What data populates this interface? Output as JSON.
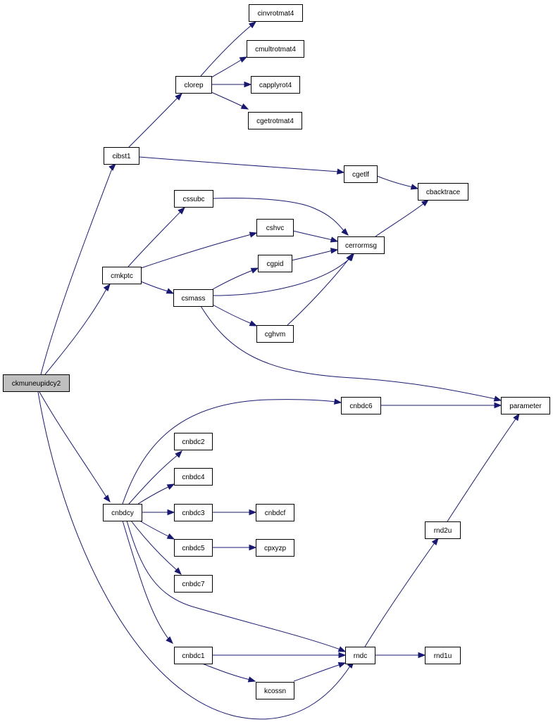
{
  "graph": {
    "highlight_color": "#bfbfbf",
    "node_color": "#ffffff",
    "edge_color": "#191970",
    "nodes": [
      {
        "id": "ckmuneupidcy2",
        "label": "ckmuneupidcy2"
      },
      {
        "id": "cibst1",
        "label": "cibst1"
      },
      {
        "id": "clorep",
        "label": "clorep"
      },
      {
        "id": "cinvrotmat4",
        "label": "cinvrotmat4"
      },
      {
        "id": "cmultrotmat4",
        "label": "cmultrotmat4"
      },
      {
        "id": "capplyrot4",
        "label": "capplyrot4"
      },
      {
        "id": "cgetrotmat4",
        "label": "cgetrotmat4"
      },
      {
        "id": "cgetlf",
        "label": "cgetlf"
      },
      {
        "id": "cbacktrace",
        "label": "cbacktrace"
      },
      {
        "id": "cssubc",
        "label": "cssubc"
      },
      {
        "id": "cshvc",
        "label": "cshvc"
      },
      {
        "id": "cerrormsg",
        "label": "cerrormsg"
      },
      {
        "id": "cgpid",
        "label": "cgpid"
      },
      {
        "id": "cmkptc",
        "label": "cmkptc"
      },
      {
        "id": "csmass",
        "label": "csmass"
      },
      {
        "id": "cghvm",
        "label": "cghvm"
      },
      {
        "id": "cnbdc6",
        "label": "cnbdc6"
      },
      {
        "id": "parameter",
        "label": "parameter"
      },
      {
        "id": "cnbdc2",
        "label": "cnbdc2"
      },
      {
        "id": "cnbdc4",
        "label": "cnbdc4"
      },
      {
        "id": "cnbdcy",
        "label": "cnbdcy"
      },
      {
        "id": "cnbdc3",
        "label": "cnbdc3"
      },
      {
        "id": "cnbdcf",
        "label": "cnbdcf"
      },
      {
        "id": "rnd2u",
        "label": "rnd2u"
      },
      {
        "id": "cnbdc5",
        "label": "cnbdc5"
      },
      {
        "id": "cpxyzp",
        "label": "cpxyzp"
      },
      {
        "id": "cnbdc7",
        "label": "cnbdc7"
      },
      {
        "id": "cnbdc1",
        "label": "cnbdc1"
      },
      {
        "id": "rndc",
        "label": "rndc"
      },
      {
        "id": "rnd1u",
        "label": "rnd1u"
      },
      {
        "id": "kcossn",
        "label": "kcossn"
      }
    ],
    "edges": [
      {
        "from": "ckmuneupidcy2",
        "to": "cibst1"
      },
      {
        "from": "ckmuneupidcy2",
        "to": "cmkptc"
      },
      {
        "from": "ckmuneupidcy2",
        "to": "cnbdcy"
      },
      {
        "from": "ckmuneupidcy2",
        "to": "rndc"
      },
      {
        "from": "cibst1",
        "to": "clorep"
      },
      {
        "from": "cibst1",
        "to": "cgetlf"
      },
      {
        "from": "clorep",
        "to": "cinvrotmat4"
      },
      {
        "from": "clorep",
        "to": "cmultrotmat4"
      },
      {
        "from": "clorep",
        "to": "capplyrot4"
      },
      {
        "from": "clorep",
        "to": "cgetrotmat4"
      },
      {
        "from": "cgetlf",
        "to": "cbacktrace"
      },
      {
        "from": "cerrormsg",
        "to": "cbacktrace"
      },
      {
        "from": "cmkptc",
        "to": "cssubc"
      },
      {
        "from": "cmkptc",
        "to": "cshvc"
      },
      {
        "from": "cmkptc",
        "to": "csmass"
      },
      {
        "from": "cssubc",
        "to": "cerrormsg"
      },
      {
        "from": "cshvc",
        "to": "cerrormsg"
      },
      {
        "from": "cgpid",
        "to": "cerrormsg"
      },
      {
        "from": "csmass",
        "to": "cerrormsg"
      },
      {
        "from": "cghvm",
        "to": "cerrormsg"
      },
      {
        "from": "csmass",
        "to": "cgpid"
      },
      {
        "from": "csmass",
        "to": "cghvm"
      },
      {
        "from": "csmass",
        "to": "parameter"
      },
      {
        "from": "cnbdc6",
        "to": "parameter"
      },
      {
        "from": "rnd2u",
        "to": "parameter"
      },
      {
        "from": "cnbdcy",
        "to": "cnbdc6"
      },
      {
        "from": "cnbdcy",
        "to": "cnbdc2"
      },
      {
        "from": "cnbdcy",
        "to": "cnbdc4"
      },
      {
        "from": "cnbdcy",
        "to": "cnbdc3"
      },
      {
        "from": "cnbdcy",
        "to": "cnbdc5"
      },
      {
        "from": "cnbdcy",
        "to": "cnbdc7"
      },
      {
        "from": "cnbdcy",
        "to": "cnbdc1"
      },
      {
        "from": "cnbdcy",
        "to": "rndc"
      },
      {
        "from": "cnbdc3",
        "to": "cnbdcf"
      },
      {
        "from": "cnbdc5",
        "to": "cpxyzp"
      },
      {
        "from": "cnbdc1",
        "to": "rndc"
      },
      {
        "from": "cnbdc1",
        "to": "kcossn"
      },
      {
        "from": "kcossn",
        "to": "rndc"
      },
      {
        "from": "rndc",
        "to": "rnd2u"
      },
      {
        "from": "rndc",
        "to": "rnd1u"
      }
    ]
  }
}
